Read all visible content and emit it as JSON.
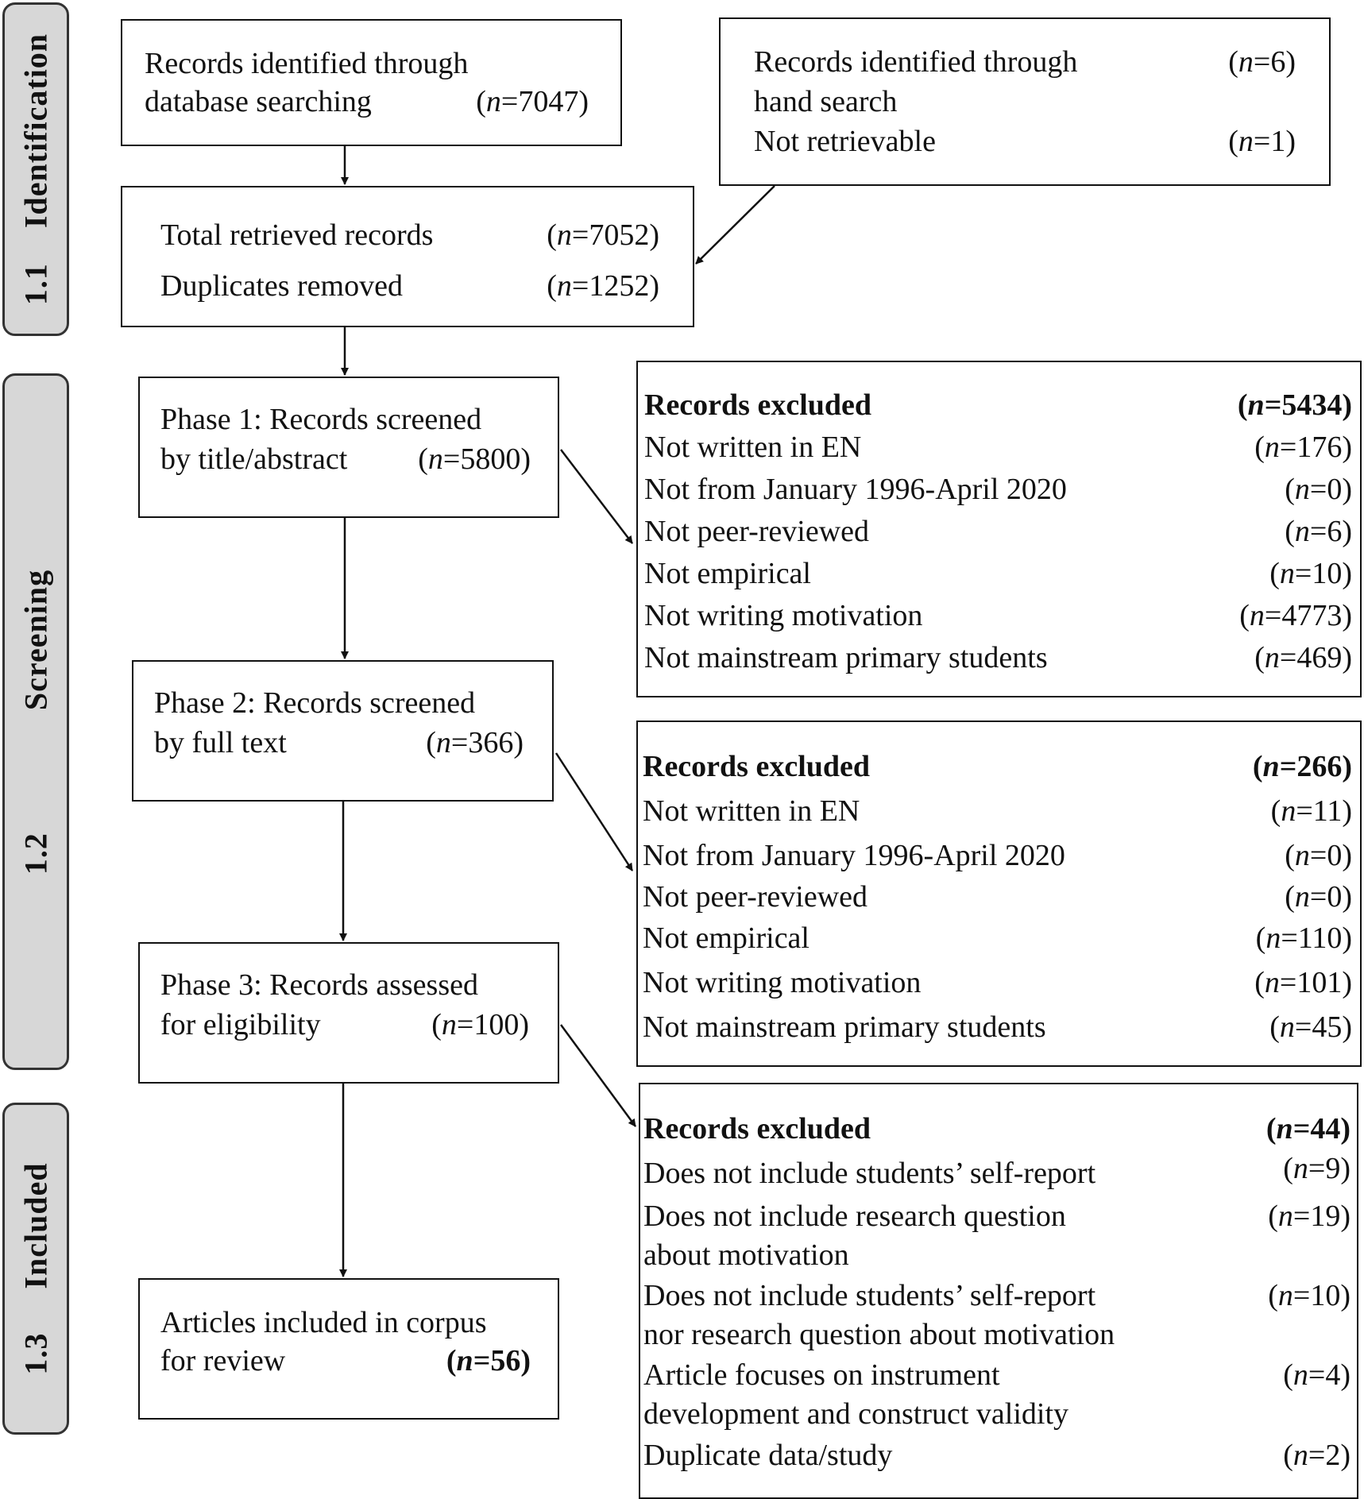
{
  "phases": [
    {
      "number": "1.1",
      "name": "Identification"
    },
    {
      "number": "1.2",
      "name": "Screening"
    },
    {
      "number": "1.3",
      "name": "Included"
    }
  ],
  "database": {
    "line1": "Records identified through",
    "line2": "database searching",
    "count": "7047"
  },
  "hand_search": {
    "line1": "Records identified through",
    "count1": "6",
    "line2": "hand search",
    "line3": "Not retrievable",
    "count3": "1"
  },
  "total": {
    "line1": "Total retrieved records",
    "count1": "7052",
    "line2": "Duplicates removed",
    "count2": "1252"
  },
  "phase1": {
    "line1": "Phase 1: Records screened",
    "line2": "by title/abstract",
    "count": "5800"
  },
  "phase2": {
    "line1": "Phase 2: Records screened",
    "line2": "by full text",
    "count": "366"
  },
  "phase3": {
    "line1": "Phase 3: Records assessed",
    "line2": "for eligibility",
    "count": "100"
  },
  "included": {
    "line1": "Articles included in corpus",
    "line2": "for review",
    "count": "56"
  },
  "excluded1": {
    "title": "Records excluded",
    "total": "5434",
    "items": [
      {
        "label": "Not written in EN",
        "count": "176"
      },
      {
        "label": "Not from January 1996-April 2020",
        "count": "0"
      },
      {
        "label": "Not peer-reviewed",
        "count": "6"
      },
      {
        "label": "Not empirical",
        "count": "10"
      },
      {
        "label": "Not writing motivation",
        "count": "4773"
      },
      {
        "label": "Not mainstream primary students",
        "count": "469"
      }
    ]
  },
  "excluded2": {
    "title": "Records excluded",
    "total": "266",
    "items": [
      {
        "label": "Not written in EN",
        "count": "11"
      },
      {
        "label": "Not from January 1996-April 2020",
        "count": "0"
      },
      {
        "label": "Not peer-reviewed",
        "count": "0"
      },
      {
        "label": "Not empirical",
        "count": "110"
      },
      {
        "label": "Not writing motivation",
        "count": "101"
      },
      {
        "label": "Not mainstream primary students",
        "count": "45"
      }
    ]
  },
  "excluded3": {
    "title": "Records excluded",
    "total": "44",
    "items": [
      {
        "line1": "Does not include students’ self-report",
        "line2": "",
        "count": "9"
      },
      {
        "line1": "Does not include research question",
        "line2": "about motivation",
        "count": "19"
      },
      {
        "line1": "Does not include students’ self-report",
        "line2": "nor research question about motivation",
        "count": "10"
      },
      {
        "line1": "Article focuses on instrument",
        "line2": "development and construct validity",
        "count": "4"
      },
      {
        "line1": "Duplicate data/study",
        "line2": "",
        "count": "2"
      }
    ]
  }
}
